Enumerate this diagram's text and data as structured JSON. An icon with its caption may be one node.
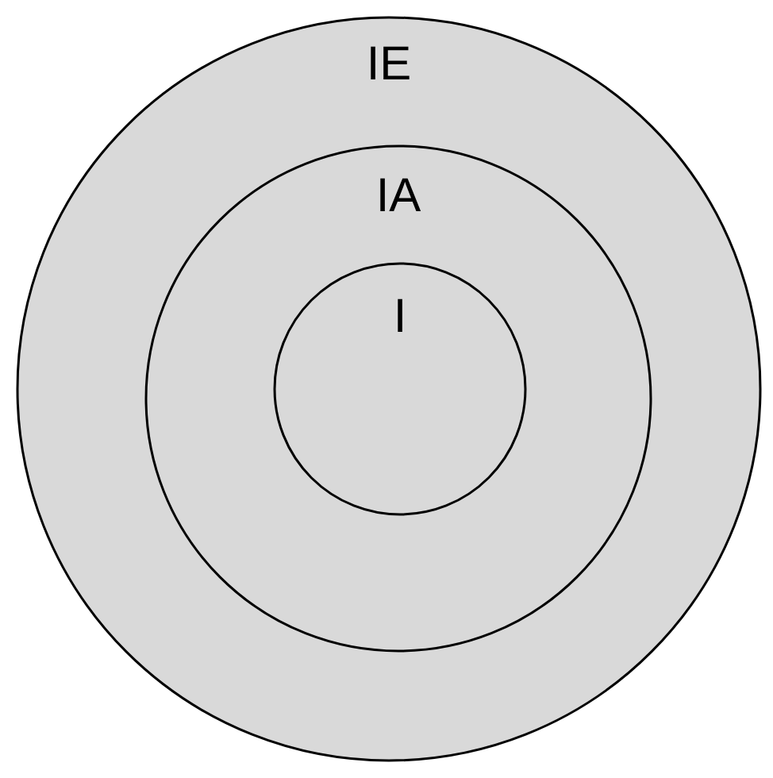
{
  "diagram": {
    "nodes": [
      {
        "text": [
          "IE"
        ]
      },
      {
        "text": [
          "IA"
        ],
        "in": 0
      },
      {
        "text": [
          "I"
        ],
        "in": 1
      }
    ]
  }
}
